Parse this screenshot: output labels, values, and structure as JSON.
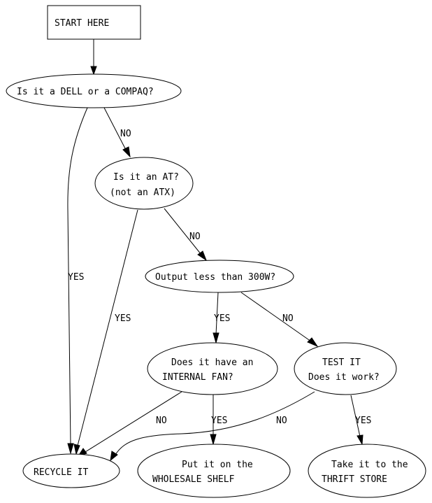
{
  "diagram": {
    "type": "flowchart",
    "nodes": {
      "start": {
        "lines": [
          "START HERE"
        ],
        "shape": "box"
      },
      "dell": {
        "lines": [
          "Is it a DELL or a COMPAQ?"
        ],
        "shape": "ellipse"
      },
      "at": {
        "lines": [
          "Is it an AT?",
          "(not an ATX)"
        ],
        "shape": "ellipse"
      },
      "output": {
        "lines": [
          "Output less than 300W?"
        ],
        "shape": "ellipse"
      },
      "fan": {
        "lines": [
          "Does it have an",
          "INTERNAL FAN?"
        ],
        "shape": "ellipse"
      },
      "test": {
        "lines": [
          "TEST IT",
          "Does it work?"
        ],
        "shape": "ellipse"
      },
      "recycle": {
        "lines": [
          "RECYCLE IT"
        ],
        "shape": "ellipse"
      },
      "wholesale": {
        "lines": [
          "Put it on the",
          "WHOLESALE SHELF"
        ],
        "shape": "ellipse"
      },
      "thrift": {
        "lines": [
          "Take it to the",
          "THRIFT STORE"
        ],
        "shape": "ellipse"
      }
    },
    "edges": [
      {
        "from": "start",
        "to": "dell",
        "label": ""
      },
      {
        "from": "dell",
        "to": "at",
        "label": "NO"
      },
      {
        "from": "dell",
        "to": "recycle",
        "label": "YES"
      },
      {
        "from": "at",
        "to": "output",
        "label": "NO"
      },
      {
        "from": "at",
        "to": "recycle",
        "label": "YES"
      },
      {
        "from": "output",
        "to": "fan",
        "label": "YES"
      },
      {
        "from": "output",
        "to": "test",
        "label": "NO"
      },
      {
        "from": "fan",
        "to": "recycle",
        "label": "NO"
      },
      {
        "from": "fan",
        "to": "wholesale",
        "label": "YES"
      },
      {
        "from": "test",
        "to": "recycle",
        "label": "NO"
      },
      {
        "from": "test",
        "to": "thrift",
        "label": "YES"
      }
    ]
  }
}
